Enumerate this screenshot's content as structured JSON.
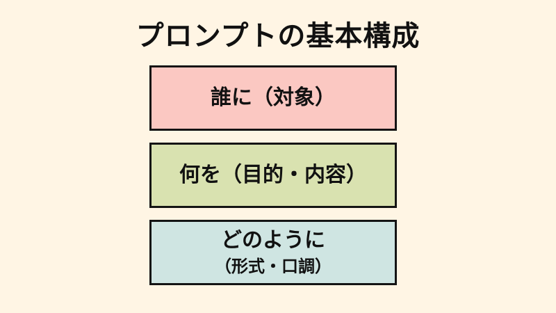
{
  "title": "プロンプトの基本構成",
  "boxes": [
    {
      "lines": [
        "誰に（対象）"
      ],
      "color": "#fbc8c2"
    },
    {
      "lines": [
        "何を（目的・内容）"
      ],
      "color": "#d9e2b0"
    },
    {
      "lines": [
        "どのように",
        "（形式・口調）"
      ],
      "color": "#cfe5e2"
    }
  ],
  "colors": {
    "background": "#fff5e4",
    "border": "#141414",
    "text": "#111111"
  }
}
